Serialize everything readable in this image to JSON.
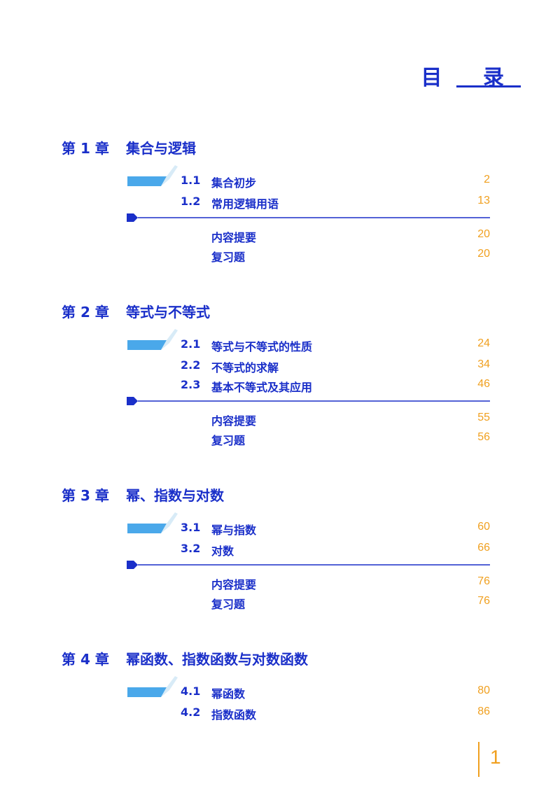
{
  "toc_title": "目 录",
  "page_number": "1",
  "colors": {
    "primary": "#1a2fc9",
    "accent": "#f0a020",
    "ribbon": "#4aa8ea"
  },
  "chapters": [
    {
      "number": "第 1 章",
      "title": "集合与逻辑",
      "sections": [
        {
          "num": "1.1",
          "label": "集合初步",
          "page": "2"
        },
        {
          "num": "1.2",
          "label": "常用逻辑用语",
          "page": "13"
        }
      ],
      "extras": [
        {
          "label": "内容提要",
          "page": "20"
        },
        {
          "label": "复习题",
          "page": "20"
        }
      ]
    },
    {
      "number": "第 2 章",
      "title": "等式与不等式",
      "sections": [
        {
          "num": "2.1",
          "label": "等式与不等式的性质",
          "page": "24"
        },
        {
          "num": "2.2",
          "label": "不等式的求解",
          "page": "34"
        },
        {
          "num": "2.3",
          "label": "基本不等式及其应用",
          "page": "46"
        }
      ],
      "extras": [
        {
          "label": "内容提要",
          "page": "55"
        },
        {
          "label": "复习题",
          "page": "56"
        }
      ]
    },
    {
      "number": "第 3 章",
      "title": "幂、指数与对数",
      "sections": [
        {
          "num": "3.1",
          "label": "幂与指数",
          "page": "60"
        },
        {
          "num": "3.2",
          "label": "对数",
          "page": "66"
        }
      ],
      "extras": [
        {
          "label": "内容提要",
          "page": "76"
        },
        {
          "label": "复习题",
          "page": "76"
        }
      ]
    },
    {
      "number": "第 4 章",
      "title": "幂函数、指数函数与对数函数",
      "sections": [
        {
          "num": "4.1",
          "label": "幂函数",
          "page": "80"
        },
        {
          "num": "4.2",
          "label": "指数函数",
          "page": "86"
        }
      ],
      "extras": []
    }
  ]
}
